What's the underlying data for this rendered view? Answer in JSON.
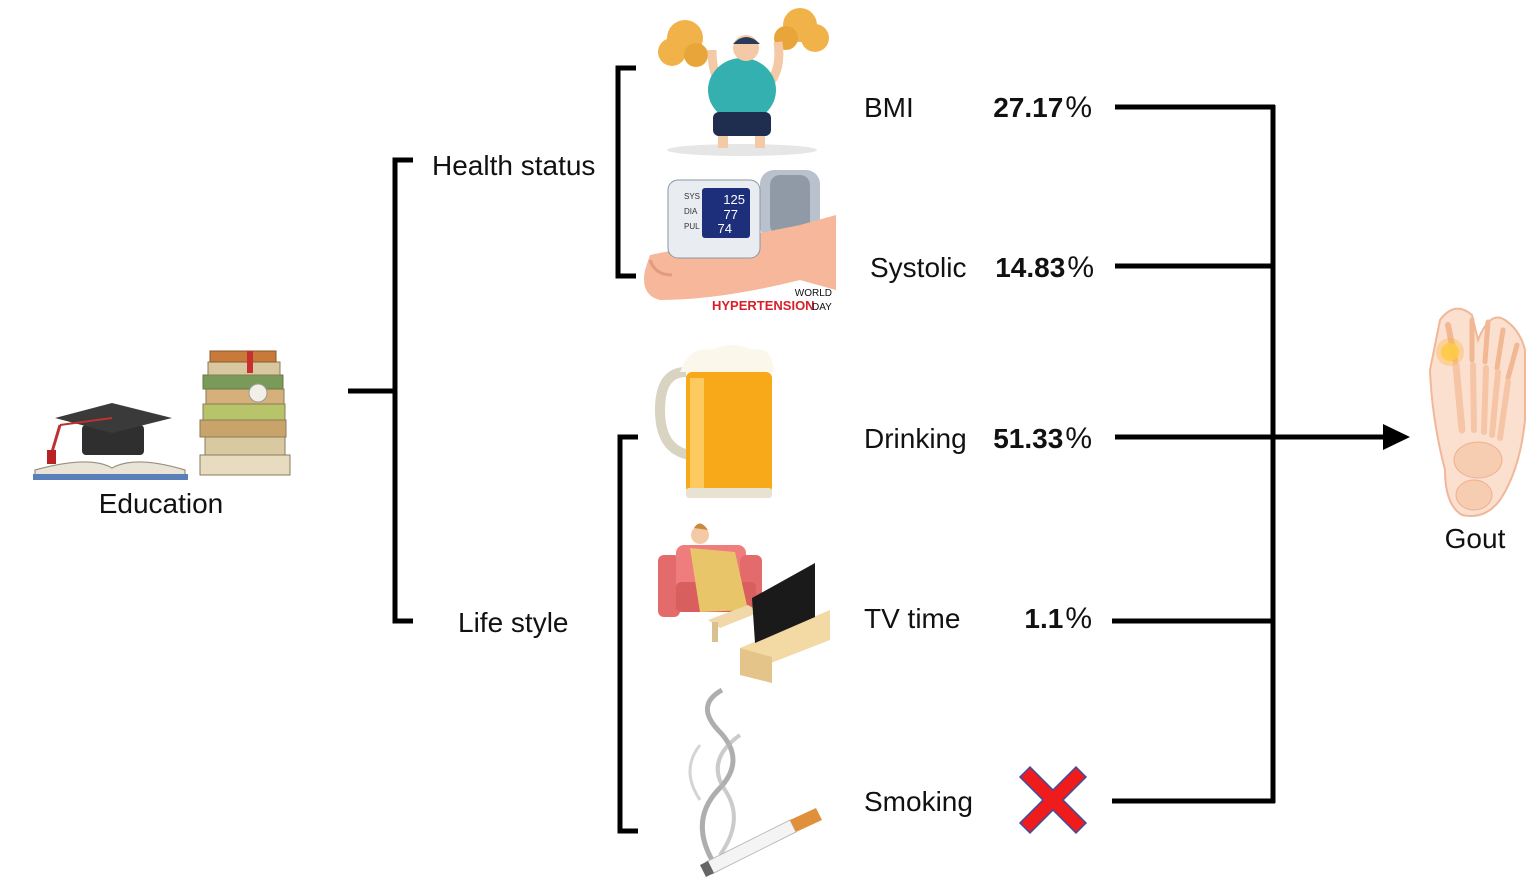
{
  "root": {
    "label": "Education"
  },
  "groups": {
    "health": {
      "label": "Health status"
    },
    "lifestyle": {
      "label": "Life style"
    }
  },
  "factors": [
    {
      "key": "bmi",
      "label": "BMI",
      "value": "27.17",
      "unit": "%"
    },
    {
      "key": "systolic",
      "label": "Systolic",
      "value": "14.83",
      "unit": "%"
    },
    {
      "key": "drinking",
      "label": "Drinking",
      "value": "51.33",
      "unit": "%"
    },
    {
      "key": "tv",
      "label": "TV time",
      "value": "1.1",
      "unit": "%"
    },
    {
      "key": "smoking",
      "label": "Smoking",
      "value": null,
      "unit": null,
      "marker": "red-cross-icon"
    }
  ],
  "outcome": {
    "label": "Gout"
  },
  "monitor": {
    "sys": "125",
    "dia": "77",
    "pul": "74",
    "sys_label": "SYS",
    "dia_label": "DIA",
    "pul_label": "PUL"
  },
  "banner": {
    "line1": "WORLD",
    "line2": "HYPERTENSION",
    "line3": "DAY"
  },
  "colors": {
    "line": "#000000",
    "cross": "#ee1c1c",
    "cross_border": "#3a4fa0",
    "banner_red": "#d6202a"
  }
}
